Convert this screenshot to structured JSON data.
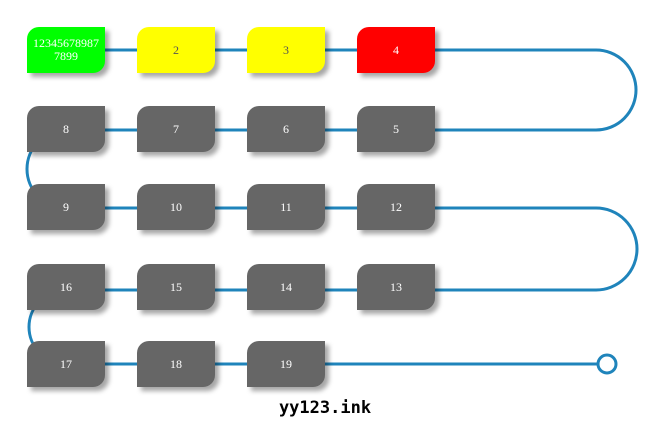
{
  "colors": {
    "line": "#1f84bb",
    "green": "#00ff00",
    "yellow": "#ffff00",
    "red": "#ff0000",
    "gray": "#666666"
  },
  "nodes": [
    {
      "label": "123456789877899",
      "color": "green"
    },
    {
      "label": "2",
      "color": "yellow"
    },
    {
      "label": "3",
      "color": "yellow"
    },
    {
      "label": "4",
      "color": "red"
    },
    {
      "label": "5",
      "color": "gray"
    },
    {
      "label": "6",
      "color": "gray"
    },
    {
      "label": "7",
      "color": "gray"
    },
    {
      "label": "8",
      "color": "gray"
    },
    {
      "label": "9",
      "color": "gray"
    },
    {
      "label": "10",
      "color": "gray"
    },
    {
      "label": "11",
      "color": "gray"
    },
    {
      "label": "12",
      "color": "gray"
    },
    {
      "label": "13",
      "color": "gray"
    },
    {
      "label": "14",
      "color": "gray"
    },
    {
      "label": "15",
      "color": "gray"
    },
    {
      "label": "16",
      "color": "gray"
    },
    {
      "label": "17",
      "color": "gray"
    },
    {
      "label": "18",
      "color": "gray"
    },
    {
      "label": "19",
      "color": "gray"
    }
  ],
  "watermark": "yy123.ink"
}
